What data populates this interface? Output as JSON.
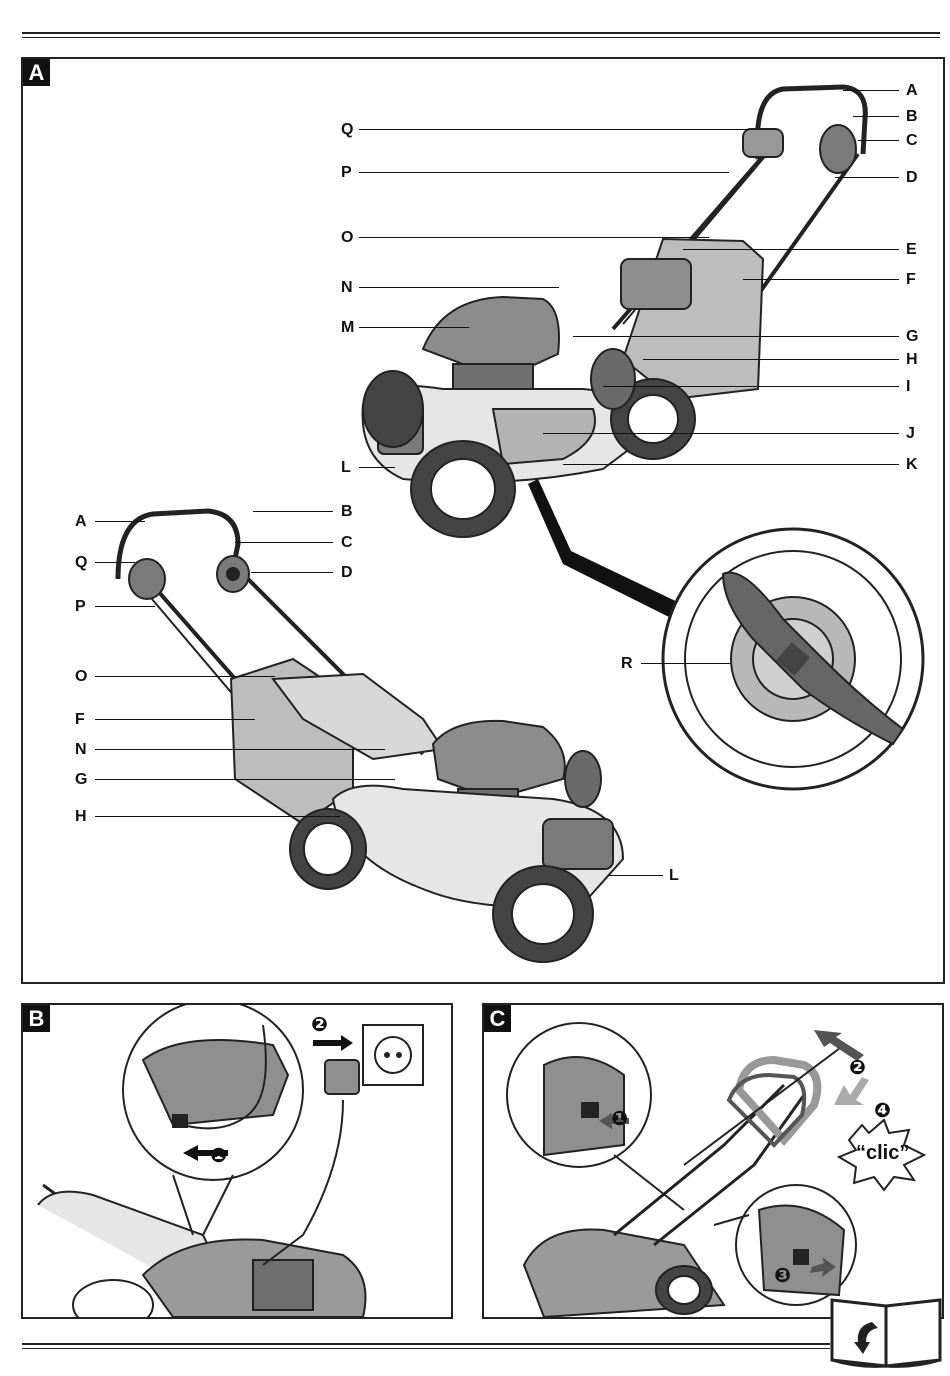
{
  "panels": {
    "a": {
      "tag": "A"
    },
    "b": {
      "tag": "B"
    },
    "c": {
      "tag": "C"
    }
  },
  "labels_top_left": [
    "Q",
    "P",
    "O",
    "N",
    "M",
    "L"
  ],
  "labels_top_right": [
    "A",
    "B",
    "C",
    "D",
    "E",
    "F",
    "G",
    "H",
    "I",
    "J",
    "K"
  ],
  "labels_bottom_left": [
    "A",
    "Q",
    "P",
    "O",
    "F",
    "N",
    "G",
    "H"
  ],
  "labels_bottom_right": [
    "B",
    "C",
    "D",
    "L"
  ],
  "blade_label": "R",
  "panel_b_steps": [
    "❶",
    "❷"
  ],
  "panel_c_steps": [
    "❶",
    "❷",
    "❸",
    "❹"
  ],
  "panel_c_sound": "“clic”"
}
